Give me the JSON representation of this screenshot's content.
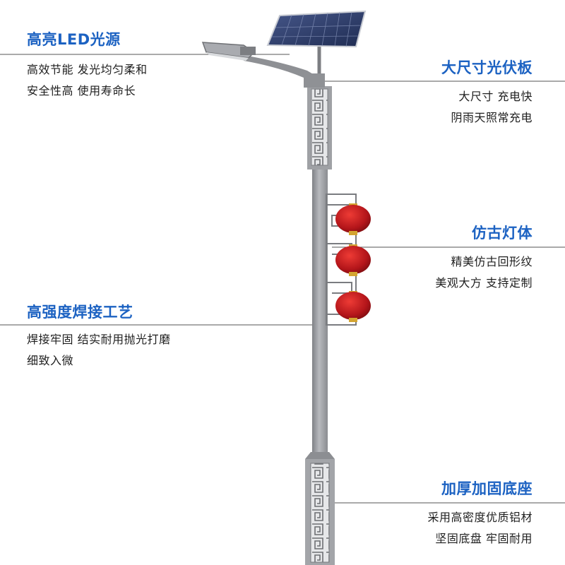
{
  "features": [
    {
      "id": "led",
      "title": "高亮LED光源",
      "lines": [
        "高效节能 发光均匀柔和",
        "安全性高 使用寿命长"
      ]
    },
    {
      "id": "solar",
      "title": "大尺寸光伏板",
      "lines": [
        "大尺寸 充电快",
        "阴雨天照常充电"
      ]
    },
    {
      "id": "lamp",
      "title": "仿古灯体",
      "lines": [
        "精美仿古回形纹",
        "美观大方 支持定制"
      ]
    },
    {
      "id": "weld",
      "title": "高强度焊接工艺",
      "lines": [
        "焊接牢固 结实耐用抛光打磨",
        "细致入微"
      ]
    },
    {
      "id": "base",
      "title": "加厚加固底座",
      "lines": [
        "采用高密度优质铝材",
        "坚固底盘 牢固耐用"
      ]
    }
  ],
  "colors": {
    "title": "#1c62c2",
    "pole": "#9a9ca0",
    "lantern": "#c0161b",
    "panel": "#2f3f6e"
  },
  "icons": [
    "solar-panel-icon",
    "led-lamp-head-icon",
    "red-lantern-icon",
    "fret-pattern-icon"
  ]
}
